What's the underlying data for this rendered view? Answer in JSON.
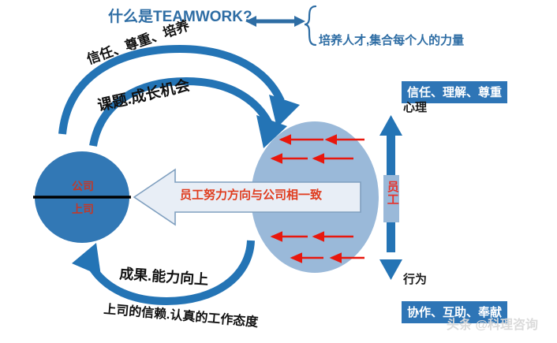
{
  "diagram": {
    "title": "什么是TEAMWORK?",
    "brace_note": "培养人才,集合每个人的力量",
    "arcs": {
      "top_outer_label": "信任、尊重、培养",
      "top_inner_label": "课题.成长机会",
      "bottom_outer_label": "成果.能力向上",
      "bottom_caption": "上司的信赖.认真的工作态度"
    },
    "company_circle": {
      "line1": "公司",
      "line2": "上司"
    },
    "banner": {
      "text": "员工努力方向与公司相一致"
    },
    "employee_axis": {
      "label": "员工",
      "top_label": "心理",
      "bottom_label": "行为",
      "top_tag": "信任、理解、尊重",
      "bottom_tag": "协作、互助、奉献"
    },
    "watermark": "头条 @科理咨询",
    "colors": {
      "accent_blue": "#2e75b6",
      "dark_circle": "#3278b5",
      "light_circle": "#9ab9d9",
      "red": "#e8322a",
      "title_blue": "#2e6da4",
      "banner_fill": "#e8eef6",
      "tag_blue": "#2e75b6"
    }
  }
}
